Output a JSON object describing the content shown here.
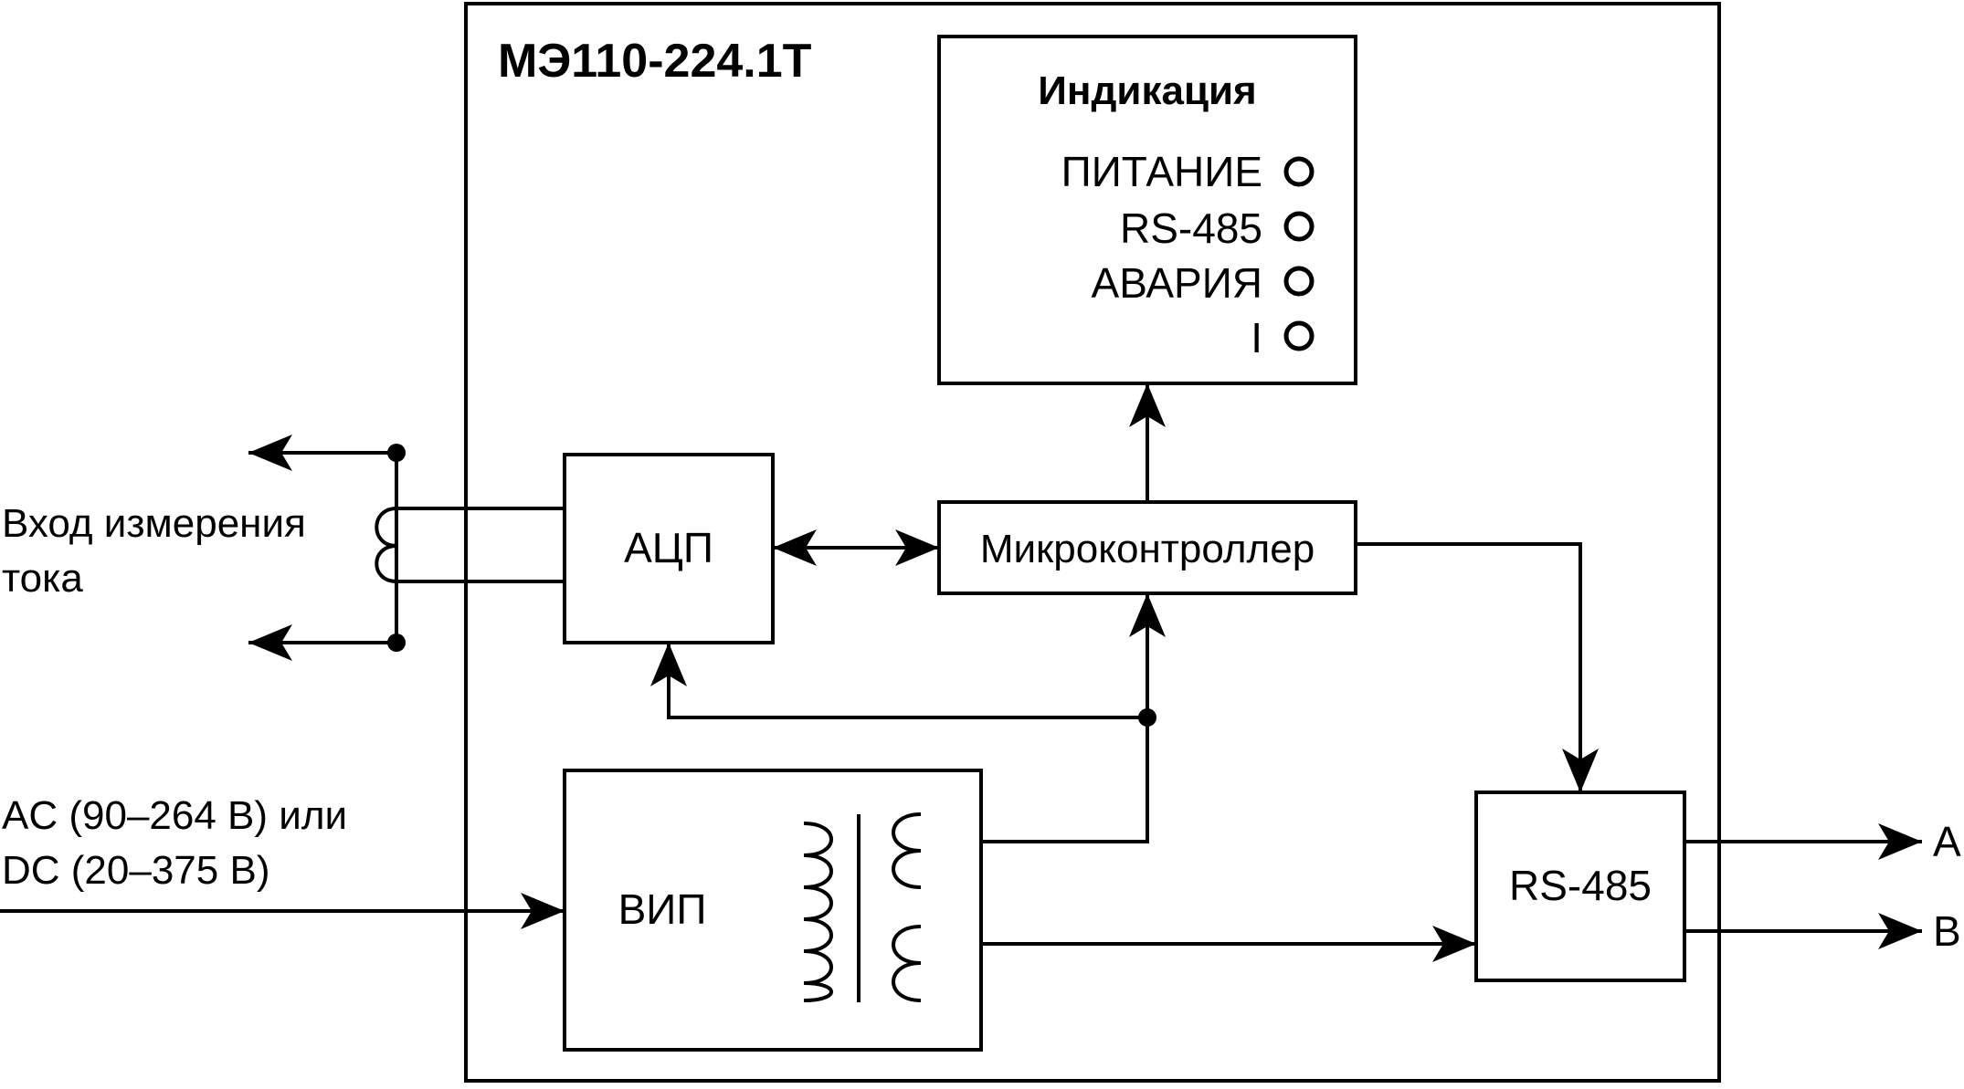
{
  "device": {
    "title": "МЭ110-224.1Т"
  },
  "indication": {
    "title": "Индикация",
    "leds": [
      {
        "label": "ПИТАНИЕ"
      },
      {
        "label": "RS-485"
      },
      {
        "label": "АВАРИЯ"
      },
      {
        "label": "I"
      }
    ]
  },
  "blocks": {
    "adc": "АЦП",
    "mcu": "Микроконтроллер",
    "psu": "ВИП",
    "rs485": "RS-485"
  },
  "inputs": {
    "current_line1": "Вход измерения",
    "current_line2": "тока",
    "power_line1": "AC (90–264 В) или",
    "power_line2": "DC (20–375 В)"
  },
  "outputs": {
    "a": "A",
    "b": "B"
  }
}
